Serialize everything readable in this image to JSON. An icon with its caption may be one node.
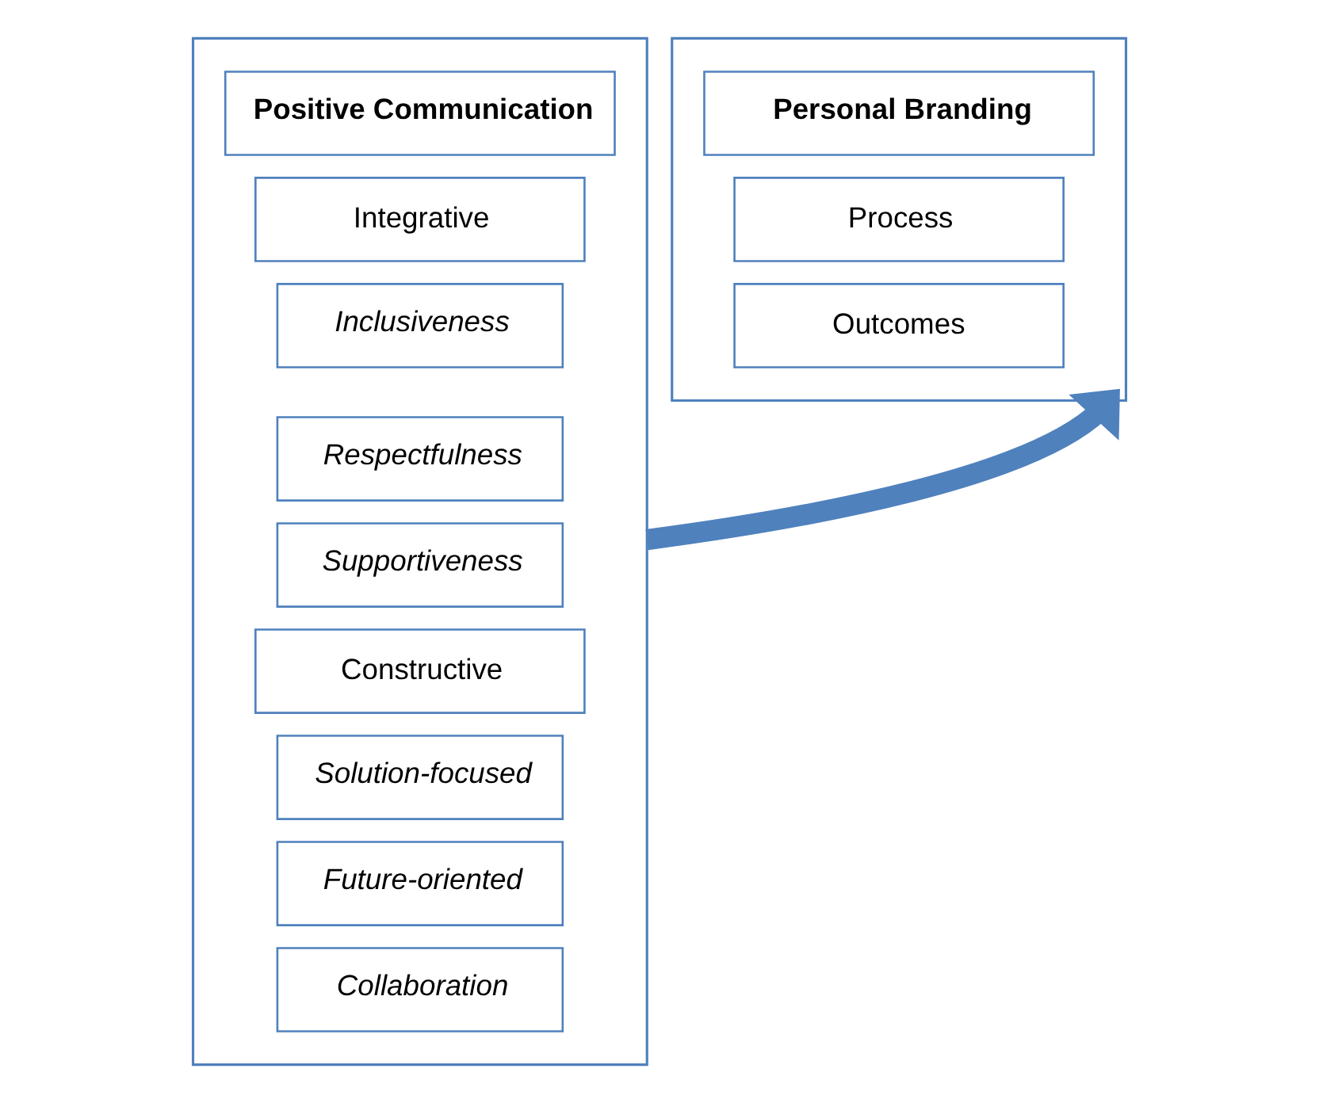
{
  "diagram": {
    "nodes": [
      {
        "text": [],
        "shape": "box"
      },
      {
        "text": [
          "Positive Communication"
        ],
        "in": 0
      },
      {
        "text": [
          "Integrative"
        ],
        "in": 0
      },
      {
        "text": [
          "Inclusiveness"
        ],
        "in": 0
      },
      {
        "text": [
          "Respectfulness"
        ],
        "in": 0
      },
      {
        "text": [
          "Supportiveness"
        ],
        "in": 0
      },
      {
        "text": [
          "Constructive"
        ],
        "in": 0
      },
      {
        "text": [
          "Solution-focused"
        ],
        "in": 0
      },
      {
        "text": [
          "Future-oriented"
        ],
        "in": 0
      },
      {
        "text": [
          "Collaboration"
        ],
        "in": 0
      },
      {
        "text": [],
        "shape": "box"
      },
      {
        "text": [
          "Personal Branding"
        ],
        "in": 10
      },
      {
        "text": [
          "Process"
        ],
        "in": 10
      },
      {
        "text": [
          "Outcomes"
        ],
        "in": 10
      }
    ],
    "edges": [
      {
        "from": 0,
        "to": 10,
        "arrow": "to",
        "color": "#4f81bd"
      }
    ]
  }
}
